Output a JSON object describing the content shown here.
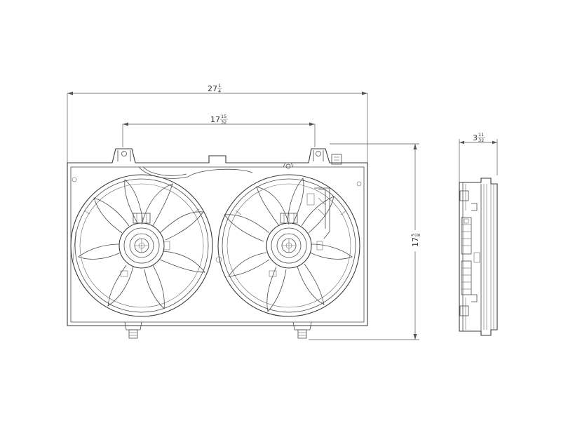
{
  "drawing": {
    "type": "dual radiator fan assembly technical drawing",
    "line_color": "#3a3a3a",
    "background": "#ffffff"
  },
  "dimensions": {
    "overall_width": {
      "whole": "27",
      "num": "1",
      "den": "4"
    },
    "fan_spacing": {
      "whole": "17",
      "num": "15",
      "den": "32"
    },
    "overall_height": {
      "whole": "17",
      "num": "5",
      "den": "8"
    },
    "depth": {
      "whole": "3",
      "num": "11",
      "den": "32"
    }
  }
}
